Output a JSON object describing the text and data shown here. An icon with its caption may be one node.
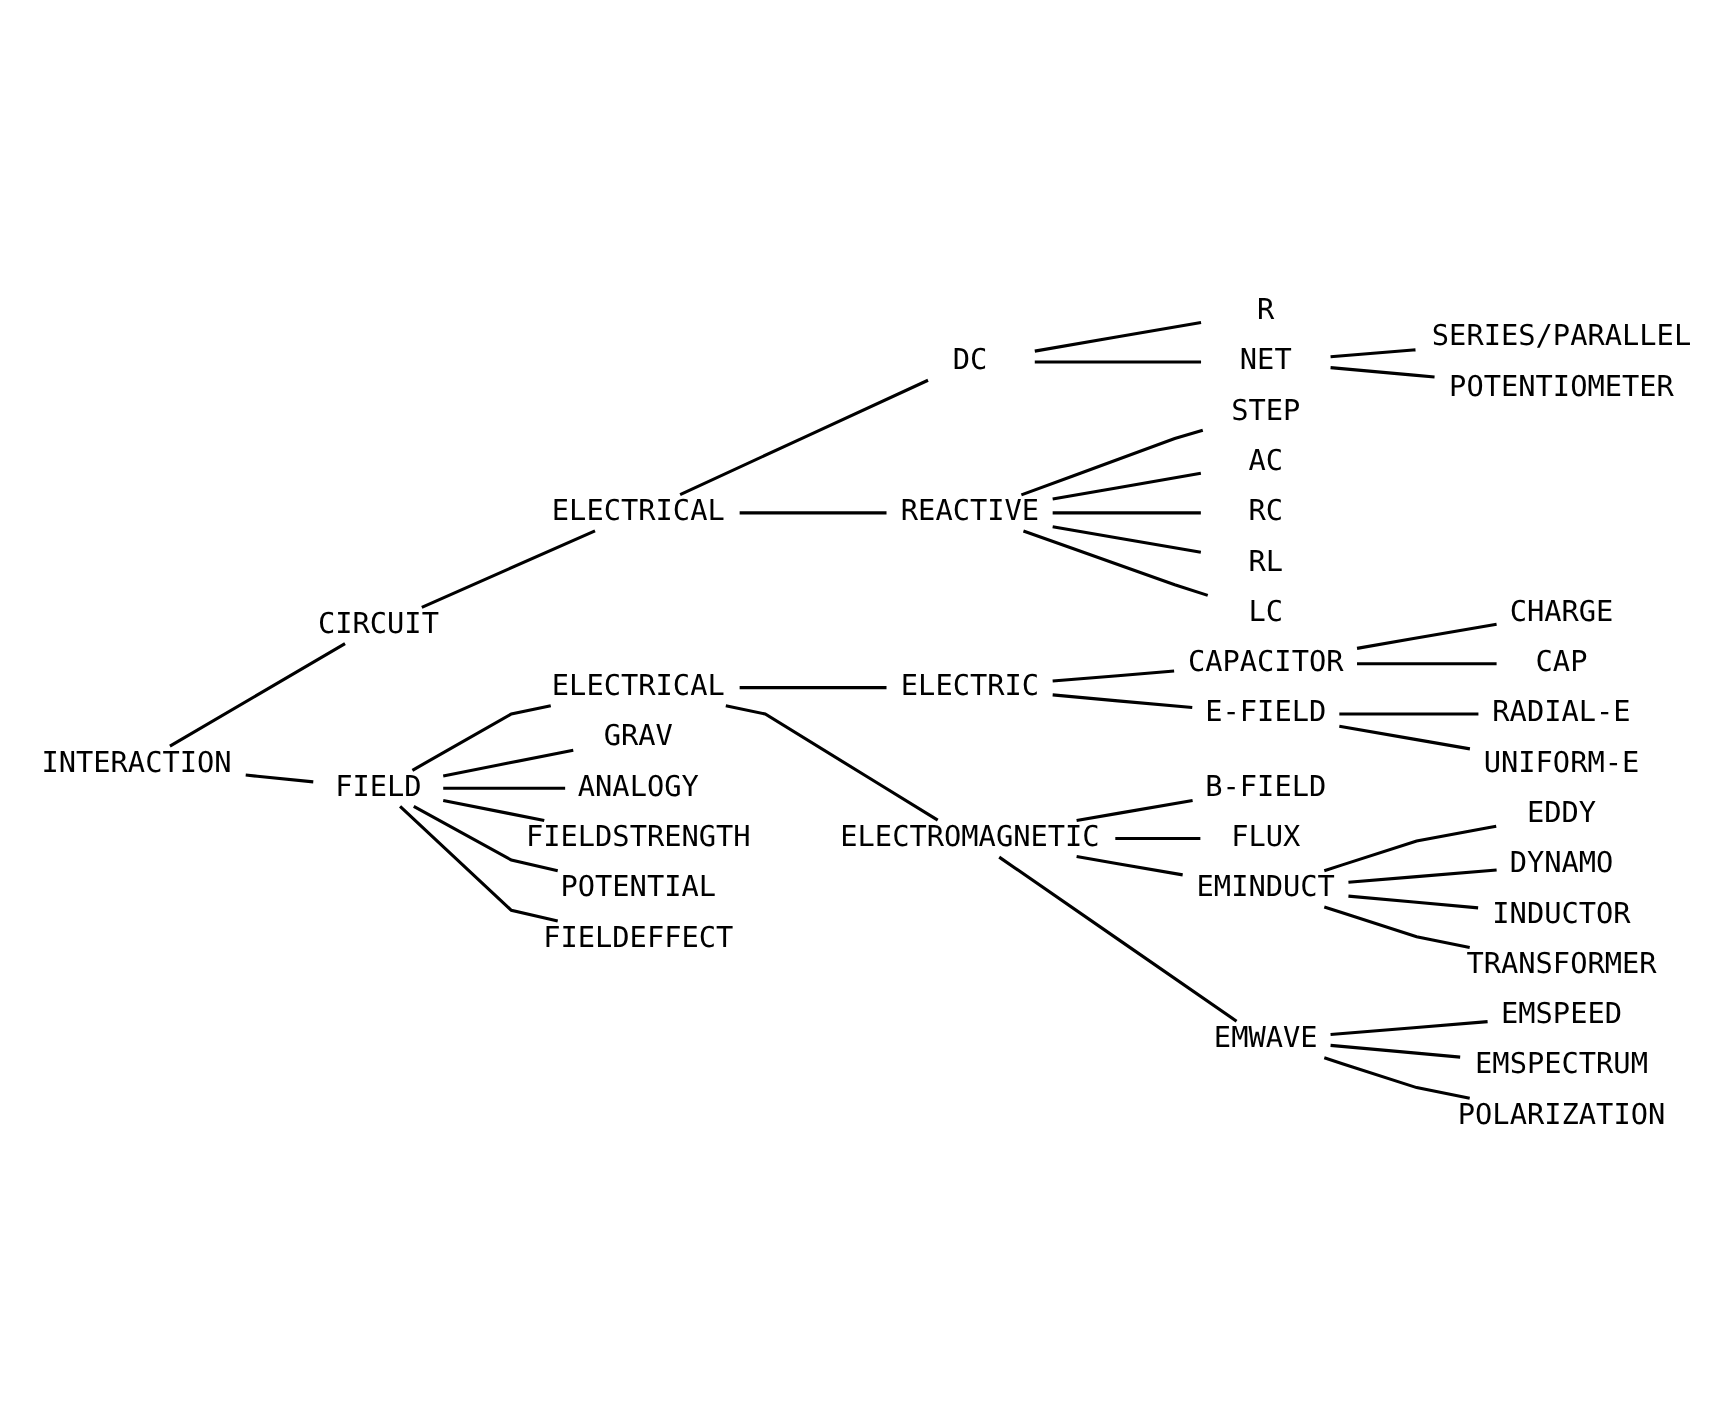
{
  "diagram": {
    "nodes": [
      {
        "text": [
          "INTERACTION"
        ]
      },
      {
        "text": [
          "CIRCUIT"
        ]
      },
      {
        "text": [
          "ELECTRICAL"
        ]
      },
      {
        "text": [
          "DC"
        ]
      },
      {
        "text": [
          "R"
        ]
      },
      {
        "text": [
          "NET"
        ]
      },
      {
        "text": [
          "SERIES/PARALLEL"
        ]
      },
      {
        "text": [
          "POTENTIOMETER"
        ]
      },
      {
        "text": [
          "REACTIVE"
        ]
      },
      {
        "text": [
          "STEP"
        ]
      },
      {
        "text": [
          "AC"
        ]
      },
      {
        "text": [
          "RC"
        ]
      },
      {
        "text": [
          "RL"
        ]
      },
      {
        "text": [
          "LC"
        ]
      },
      {
        "text": [
          "FIELD"
        ]
      },
      {
        "text": [
          "ELECTRICAL"
        ]
      },
      {
        "text": [
          "GRAV"
        ]
      },
      {
        "text": [
          "ANALOGY"
        ]
      },
      {
        "text": [
          "FIELDSTRENGTH"
        ]
      },
      {
        "text": [
          "POTENTIAL"
        ]
      },
      {
        "text": [
          "FIELDEFFECT"
        ]
      },
      {
        "text": [
          "ELECTRIC"
        ]
      },
      {
        "text": [
          "CAPACITOR"
        ]
      },
      {
        "text": [
          "CHARGE"
        ]
      },
      {
        "text": [
          "CAP"
        ]
      },
      {
        "text": [
          "E-FIELD"
        ]
      },
      {
        "text": [
          "RADIAL-E"
        ]
      },
      {
        "text": [
          "UNIFORM-E"
        ]
      },
      {
        "text": [
          "ELECTROMAGNETIC"
        ]
      },
      {
        "text": [
          "B-FIELD"
        ]
      },
      {
        "text": [
          "FLUX"
        ]
      },
      {
        "text": [
          "EMINDUCT"
        ]
      },
      {
        "text": [
          "EDDY"
        ]
      },
      {
        "text": [
          "DYNAMO"
        ]
      },
      {
        "text": [
          "INDUCTOR"
        ]
      },
      {
        "text": [
          "TRANSFORMER"
        ]
      },
      {
        "text": [
          "EMWAVE"
        ]
      },
      {
        "text": [
          "EMSPEED"
        ]
      },
      {
        "text": [
          "EMSPECTRUM"
        ]
      },
      {
        "text": [
          "POLARIZATION"
        ]
      }
    ],
    "edges": [
      {
        "from": 0,
        "to": 1,
        "arrow": "none"
      },
      {
        "from": 1,
        "to": 2,
        "arrow": "none"
      },
      {
        "from": 2,
        "to": 3,
        "arrow": "none"
      },
      {
        "from": 3,
        "to": 4,
        "arrow": "none"
      },
      {
        "from": 3,
        "to": 5,
        "arrow": "none"
      },
      {
        "from": 5,
        "to": 6,
        "arrow": "none"
      },
      {
        "from": 5,
        "to": 7,
        "arrow": "none"
      },
      {
        "from": 2,
        "to": 8,
        "arrow": "none"
      },
      {
        "from": 8,
        "to": 9,
        "arrow": "none"
      },
      {
        "from": 8,
        "to": 10,
        "arrow": "none"
      },
      {
        "from": 8,
        "to": 11,
        "arrow": "none"
      },
      {
        "from": 8,
        "to": 12,
        "arrow": "none"
      },
      {
        "from": 8,
        "to": 13,
        "arrow": "none"
      },
      {
        "from": 0,
        "to": 14,
        "arrow": "none"
      },
      {
        "from": 14,
        "to": 15,
        "arrow": "none"
      },
      {
        "from": 14,
        "to": 16,
        "arrow": "none"
      },
      {
        "from": 14,
        "to": 17,
        "arrow": "none"
      },
      {
        "from": 14,
        "to": 18,
        "arrow": "none"
      },
      {
        "from": 14,
        "to": 19,
        "arrow": "none"
      },
      {
        "from": 14,
        "to": 20,
        "arrow": "none"
      },
      {
        "from": 15,
        "to": 21,
        "arrow": "none"
      },
      {
        "from": 21,
        "to": 22,
        "arrow": "none"
      },
      {
        "from": 22,
        "to": 23,
        "arrow": "none"
      },
      {
        "from": 22,
        "to": 24,
        "arrow": "none"
      },
      {
        "from": 21,
        "to": 25,
        "arrow": "none"
      },
      {
        "from": 25,
        "to": 26,
        "arrow": "none"
      },
      {
        "from": 25,
        "to": 27,
        "arrow": "none"
      },
      {
        "from": 15,
        "to": 28,
        "arrow": "none"
      },
      {
        "from": 28,
        "to": 29,
        "arrow": "none"
      },
      {
        "from": 28,
        "to": 30,
        "arrow": "none"
      },
      {
        "from": 28,
        "to": 31,
        "arrow": "none"
      },
      {
        "from": 31,
        "to": 32,
        "arrow": "none"
      },
      {
        "from": 31,
        "to": 33,
        "arrow": "none"
      },
      {
        "from": 31,
        "to": 34,
        "arrow": "none"
      },
      {
        "from": 31,
        "to": 35,
        "arrow": "none"
      },
      {
        "from": 28,
        "to": 36,
        "arrow": "none"
      },
      {
        "from": 36,
        "to": 37,
        "arrow": "none"
      },
      {
        "from": 36,
        "to": 38,
        "arrow": "none"
      },
      {
        "from": 36,
        "to": 39,
        "arrow": "none"
      }
    ]
  }
}
